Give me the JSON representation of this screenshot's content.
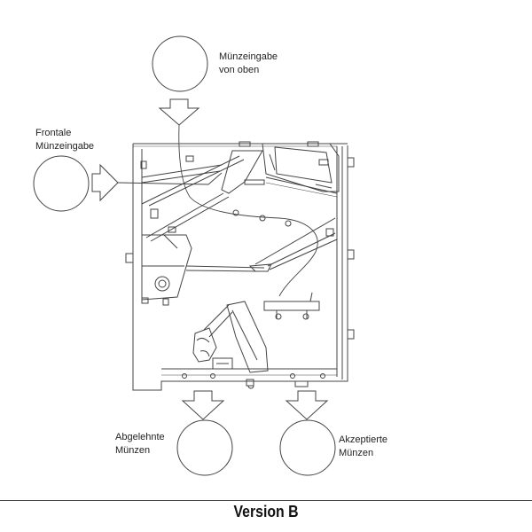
{
  "labels": {
    "top_inlet": [
      "Münzeingabe",
      "von oben"
    ],
    "front_inlet": [
      "Frontale",
      "Münzeingabe"
    ],
    "rejected": [
      "Abgelehnte",
      "Münzen"
    ],
    "accepted": [
      "Akzeptierte",
      "Münzen"
    ]
  },
  "footer": {
    "version": "Version B"
  }
}
